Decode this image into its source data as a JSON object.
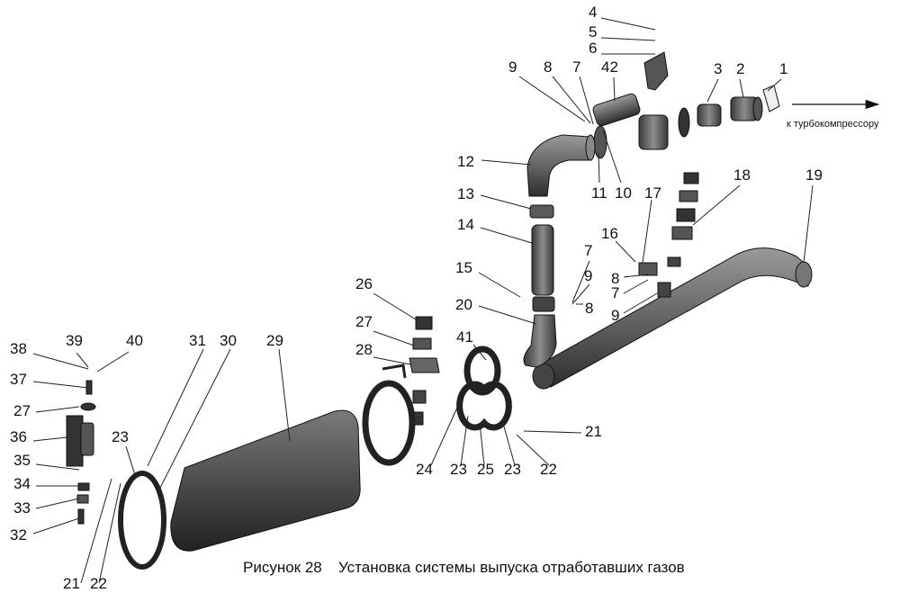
{
  "figure": {
    "caption_number": "Рисунок 28",
    "caption_title": "Установка системы выпуска отработавших газов",
    "direction_note": "к турбокомпрессору"
  },
  "callouts": [
    "4",
    "5",
    "6",
    "9",
    "8",
    "7",
    "42",
    "3",
    "2",
    "1",
    "12",
    "11",
    "10",
    "17",
    "18",
    "19",
    "13",
    "14",
    "16",
    "7",
    "8",
    "9",
    "7",
    "8",
    "9",
    "15",
    "20",
    "26",
    "27",
    "28",
    "41",
    "39",
    "40",
    "31",
    "30",
    "29",
    "38",
    "37",
    "27",
    "36",
    "23",
    "35",
    "34",
    "33",
    "32",
    "21",
    "22",
    "24",
    "23",
    "25",
    "23",
    "22",
    "21"
  ],
  "parts": [
    "part-1-gasket",
    "part-2-flange-pipe",
    "part-3-sleeve",
    "part-6-bracket",
    "part-42-valve",
    "part-12-elbow",
    "part-13-clamp",
    "part-14-pipe",
    "part-20-elbow",
    "part-19-pipe",
    "part-18-cushion-stack",
    "part-26-28-support",
    "part-41-25-clamps",
    "part-29-muffler",
    "part-31-strap",
    "part-36-bracket",
    "part-strap-left"
  ]
}
